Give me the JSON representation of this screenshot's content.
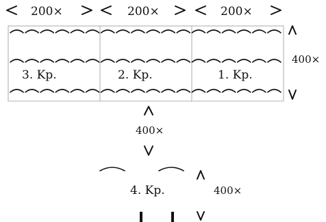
{
  "top": {
    "width_labels": [
      "200×",
      "200×",
      "200×"
    ],
    "company_labels": [
      "3. Kp.",
      "2. Kp.",
      "1. Kp."
    ],
    "depth_label": "400×"
  },
  "gap": {
    "distance_label": "400×"
  },
  "bottom": {
    "company_label": "4. Kp.",
    "depth_label": "400×"
  }
}
